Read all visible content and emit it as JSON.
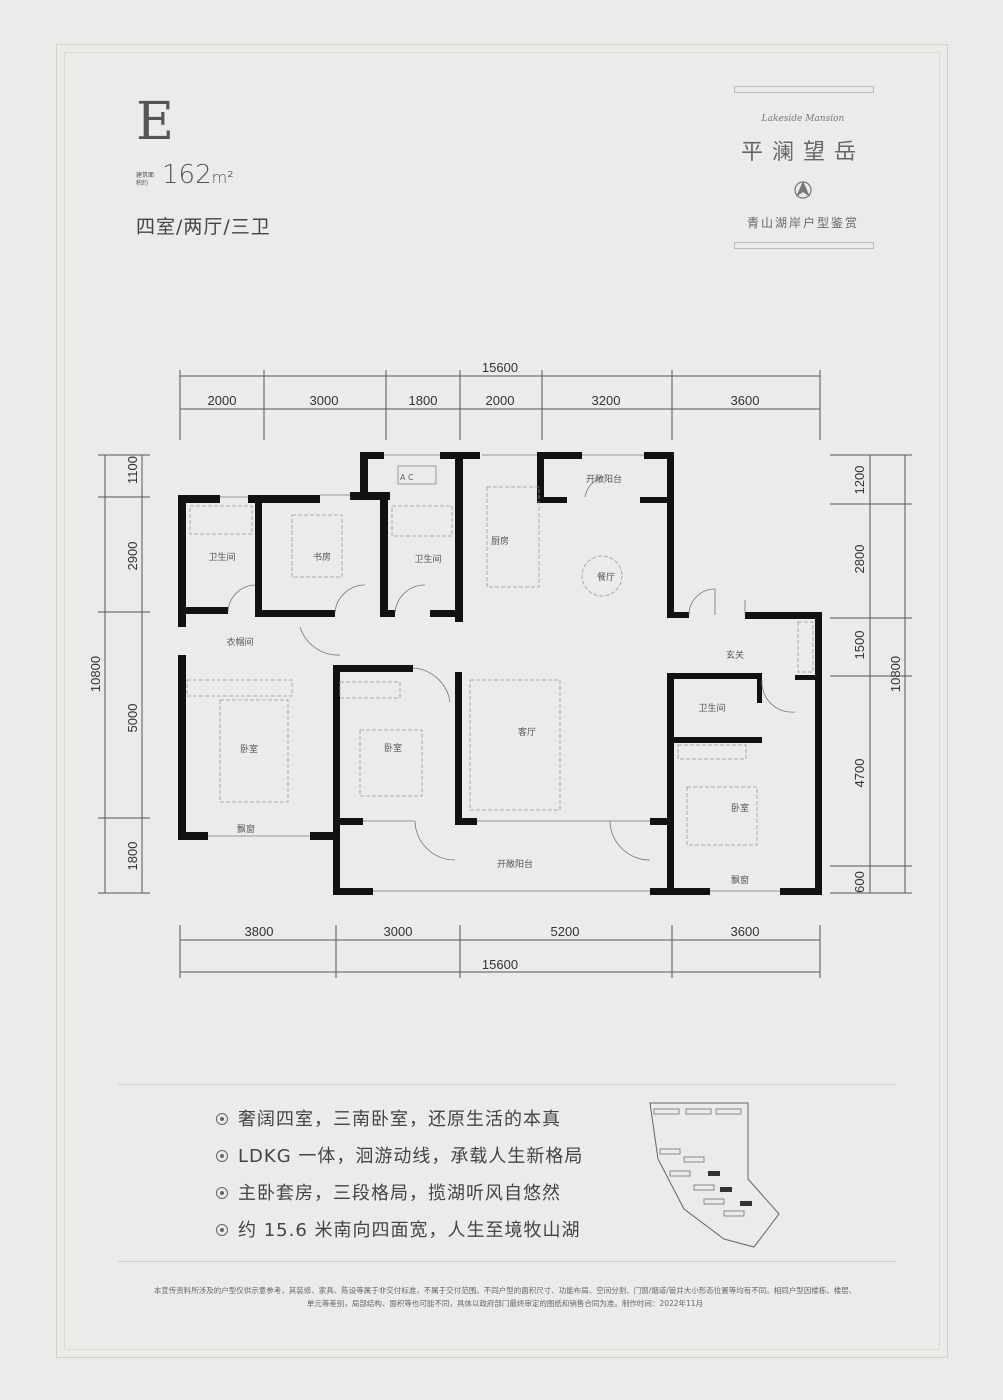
{
  "header": {
    "type_letter": "E",
    "area_label": "建筑面积约",
    "area_value": "162",
    "area_unit": "m²",
    "layout": "四室/两厅/三卫"
  },
  "brand": {
    "script_name": "Lakeside Mansion",
    "name": "平澜望岳",
    "subtitle": "青山湖岸户型鉴赏"
  },
  "plan": {
    "dims_top_total": "15600",
    "dims_top": [
      "2000",
      "3000",
      "1800",
      "2000",
      "3200",
      "3600"
    ],
    "dims_bottom": [
      "3800",
      "3000",
      "5200",
      "3600"
    ],
    "dims_bottom_total": "15600",
    "dims_left_total": "10800",
    "dims_left": [
      "1100",
      "2900",
      "5000",
      "1800"
    ],
    "dims_right_total": "10800",
    "dims_right": [
      "1200",
      "2800",
      "1500",
      "4700",
      "600"
    ],
    "rooms": {
      "bath1": "卫生间",
      "study": "书房",
      "bath2": "卫生间",
      "kitchen": "厨房",
      "balcony_n": "开敞阳台",
      "dining": "餐厅",
      "entry": "玄关",
      "closet": "衣帽间",
      "bed_master": "卧室",
      "bay1": "飘窗",
      "bed2": "卧室",
      "living": "客厅",
      "balcony_s": "开敞阳台",
      "bath3": "卫生间",
      "bed3": "卧室",
      "bay2": "飘窗",
      "ac": "A C"
    }
  },
  "features": [
    "奢阔四室，三南卧室，还原生活的本真",
    "LDKG 一体，洄游动线，承载人生新格局",
    "主卧套房，三段格局，揽湖听风自悠然",
    "约 15.6 米南向四面宽，人生至境牧山湖"
  ],
  "disclaimer": "本宣传资料所涉及的户型仅供示意参考，其装修、家具、陈设等属于非交付标准，不属于交付范围。不同户型的面积尺寸、功能布局、空间分割、门窗/烟道/管井大小形态位置等均有不同。相同户型因楼栋、楼层、单元等差别，局部结构、面积等也可能不同，具体以政府部门最终审定的图纸和销售合同为准。制作时间：2022年11月"
}
